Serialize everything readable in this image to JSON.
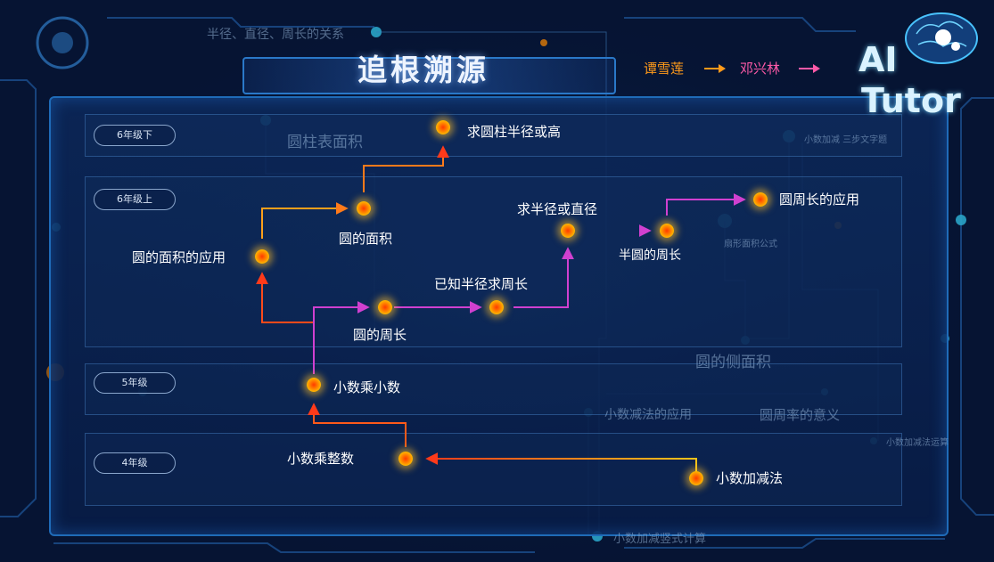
{
  "header": {
    "title": "追根溯源",
    "credit_from": "谭雪莲",
    "credit_to": "邓兴林",
    "logo_line1": "AI",
    "logo_line2": "Tutor"
  },
  "grades": [
    "6年级下",
    "6年级上",
    "5年级",
    "4年级"
  ],
  "concepts": {
    "cylinder_radius_height": "求圆柱半径或高",
    "circle_area": "圆的面积",
    "circle_area_application": "圆的面积的应用",
    "find_radius_diameter": "求半径或直径",
    "semicircle_perimeter": "半圆的周长",
    "circumference_application": "圆周长的应用",
    "circumference": "圆的周长",
    "radius_to_circumference": "已知半径求周长",
    "decimal_times_decimal": "小数乘小数",
    "decimal_times_integer": "小数乘整数",
    "decimal_add_subtract": "小数加减法"
  },
  "background_labels": {
    "radius_diameter_relation": "半径、直径、周长的关系",
    "cylinder_surface": "圆柱表面积",
    "decimal_three_step": "小数加减 三步文字题",
    "sector_formula": "扇形面积公式",
    "lateral_area": "圆的侧面积",
    "decimal_sub_application": "小数减法的应用",
    "pi_meaning": "圆周率的意义",
    "decimal_mixed": "小数加减法运算",
    "decimal_vertical": "小数加减竖式计算"
  },
  "colors": {
    "accent_orange": "#ff8a00",
    "arrow_red": "#ff3a1a",
    "arrow_yellow": "#ffc41a",
    "arrow_magenta": "#e040c8",
    "panel_border": "#1f6bb8",
    "background": "#061433"
  }
}
